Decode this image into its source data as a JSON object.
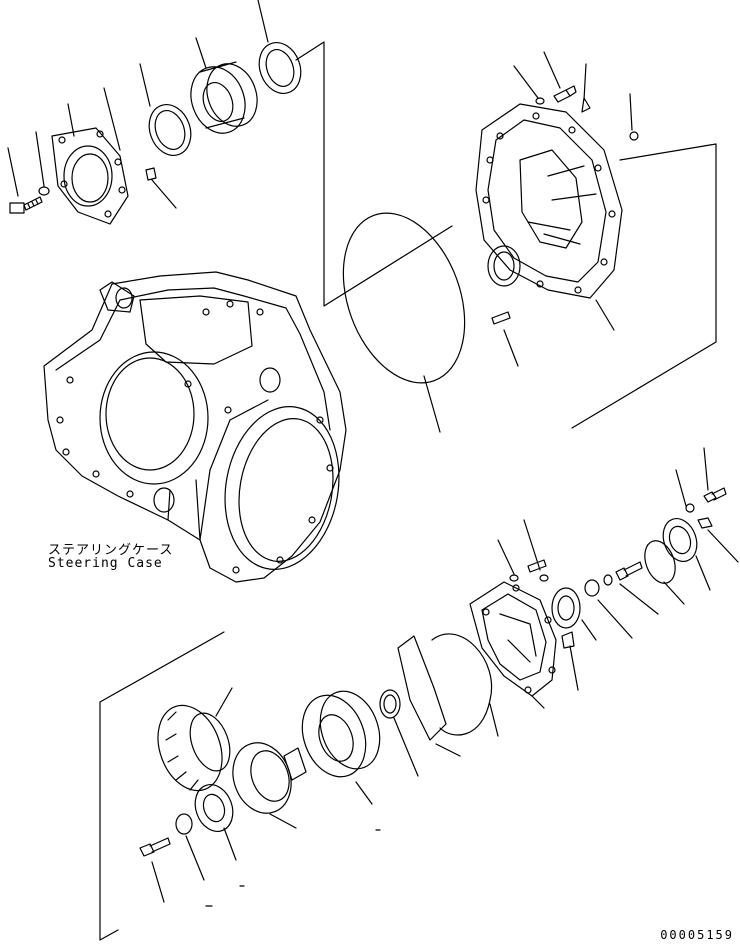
{
  "title": "",
  "steering_case_label": {
    "japanese": "ステアリングケース",
    "english": "Steering Case"
  },
  "drawing_number": "00005159"
}
